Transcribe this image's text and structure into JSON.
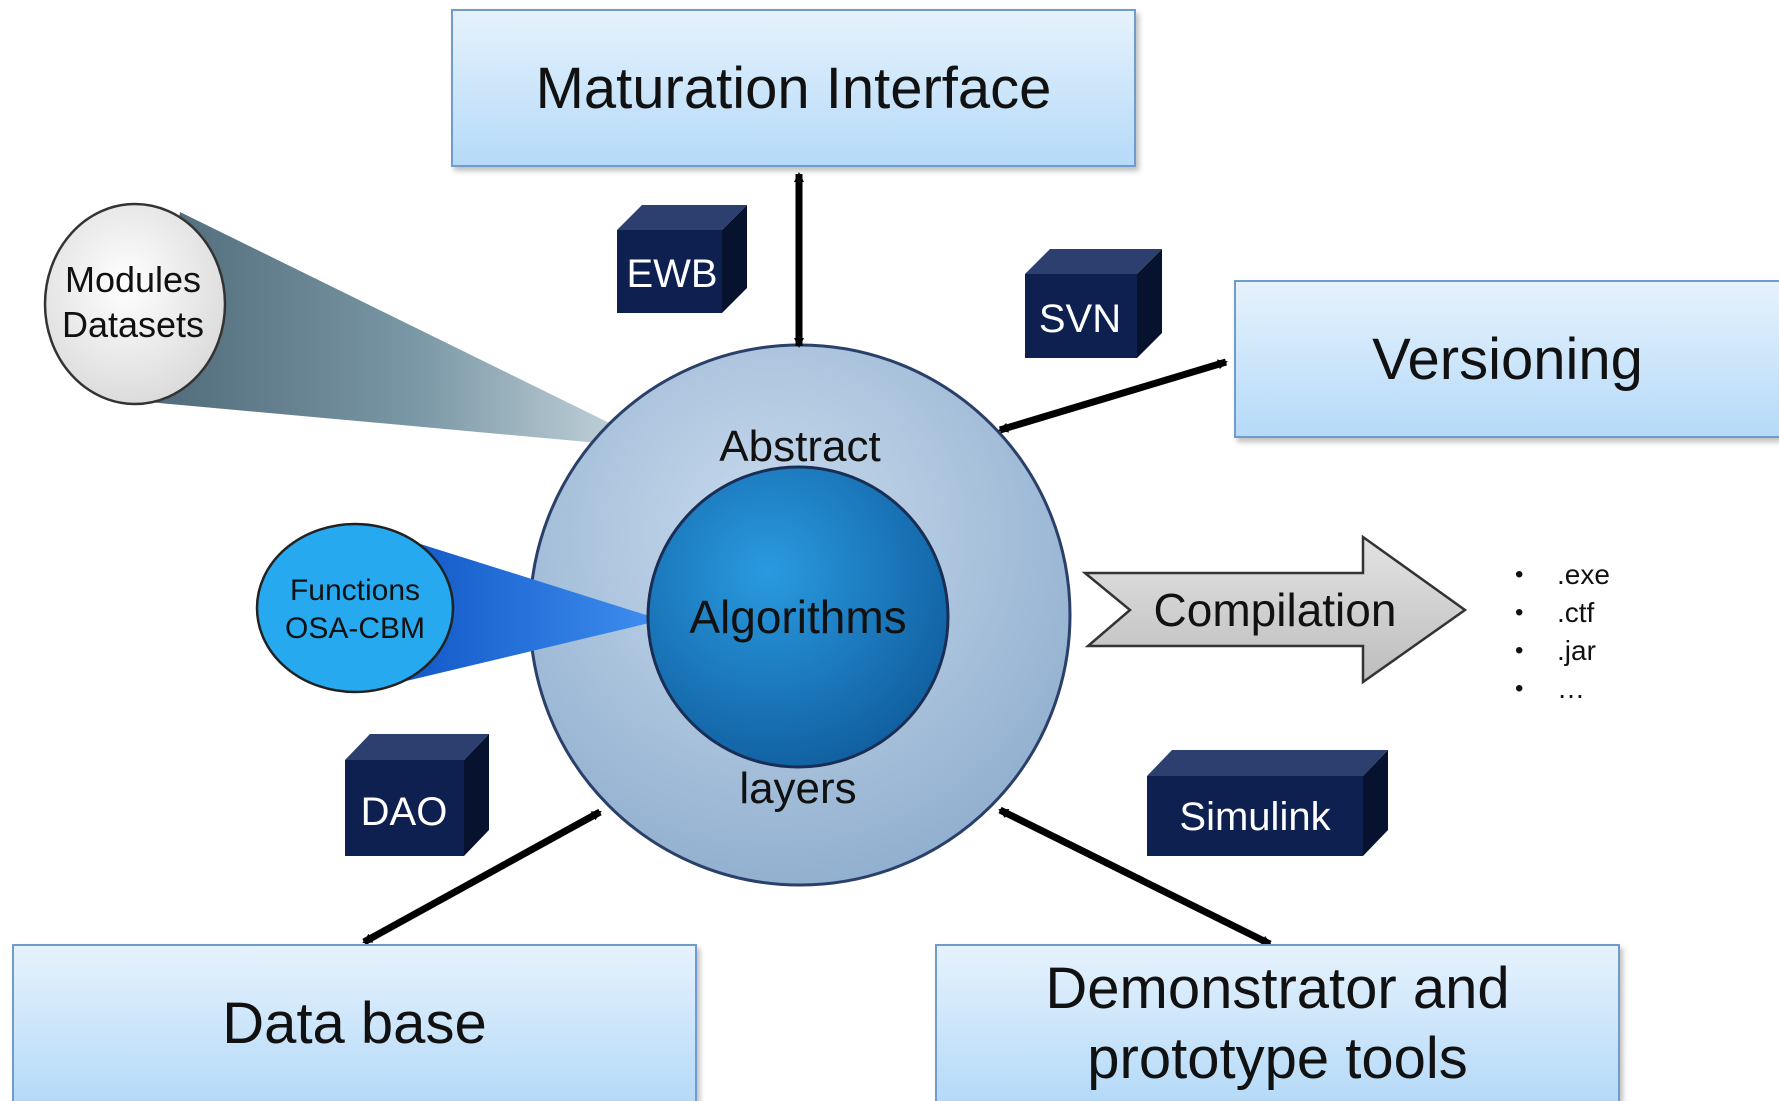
{
  "boxes": {
    "maturation": "Maturation Interface",
    "versioning": "Versioning",
    "database": "Data base",
    "demonstrator_line1": "Demonstrator and",
    "demonstrator_line2": "prototype tools"
  },
  "cubes": {
    "ewb": "EWB",
    "svn": "SVN",
    "dao": "DAO",
    "simulink": "Simulink"
  },
  "center": {
    "outer_top": "Abstract",
    "outer_bottom": "layers",
    "inner": "Algorithms"
  },
  "callouts": {
    "modules_line1": "Modules",
    "modules_line2": "Datasets",
    "functions_line1": "Functions",
    "functions_line2": "OSA-CBM"
  },
  "compilation": {
    "label": "Compilation",
    "outputs": [
      ".exe",
      ".ctf",
      ".jar",
      "…"
    ]
  },
  "colors": {
    "box_fill_top": "#e6f2fd",
    "box_fill_bottom": "#b5daf8",
    "cube_dark": "#0e2050",
    "outer_circle": "#a9c1dd",
    "inner_circle": "#1f86c7",
    "functions_cone": "#1565d8",
    "modules_cone": "#7e9aa6"
  }
}
